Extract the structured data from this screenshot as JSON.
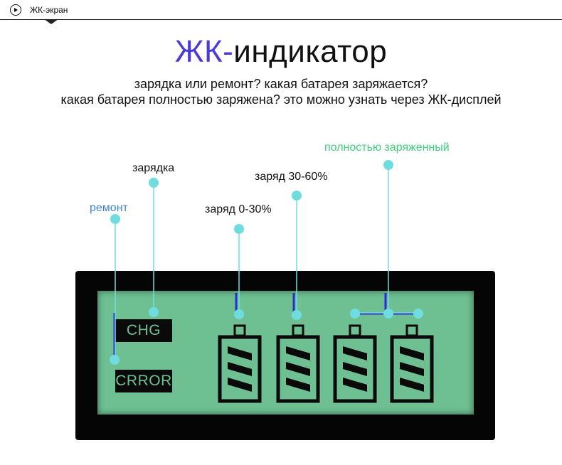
{
  "tab": {
    "label": "ЖК-экран",
    "icon": "play-circle-icon"
  },
  "title": {
    "accent": "ЖК-",
    "rest": "индикатор"
  },
  "subtitle": {
    "line1": "зарядка или ремонт? какая батарея заряжается?",
    "line2": "какая батарея полностью заряжена? это можно узнать через ЖК-дисплей"
  },
  "callouts": {
    "repair": "ремонт",
    "charging": "зарядка",
    "charge_0_30": "заряд 0-30%",
    "charge_30_60": "заряд 30-60%",
    "fully_charged": "полностью заряженный"
  },
  "lcd": {
    "chg_label": "CHG",
    "error_label": "CRROR",
    "battery_count": 4
  },
  "colors": {
    "title_accent": "#4a3bd8",
    "repair_label": "#3f84d6",
    "full_label": "#3fd07e",
    "lcd_green": "#6ec093",
    "marker": "#6fdde0",
    "leader_line": "#2b2bd0"
  }
}
